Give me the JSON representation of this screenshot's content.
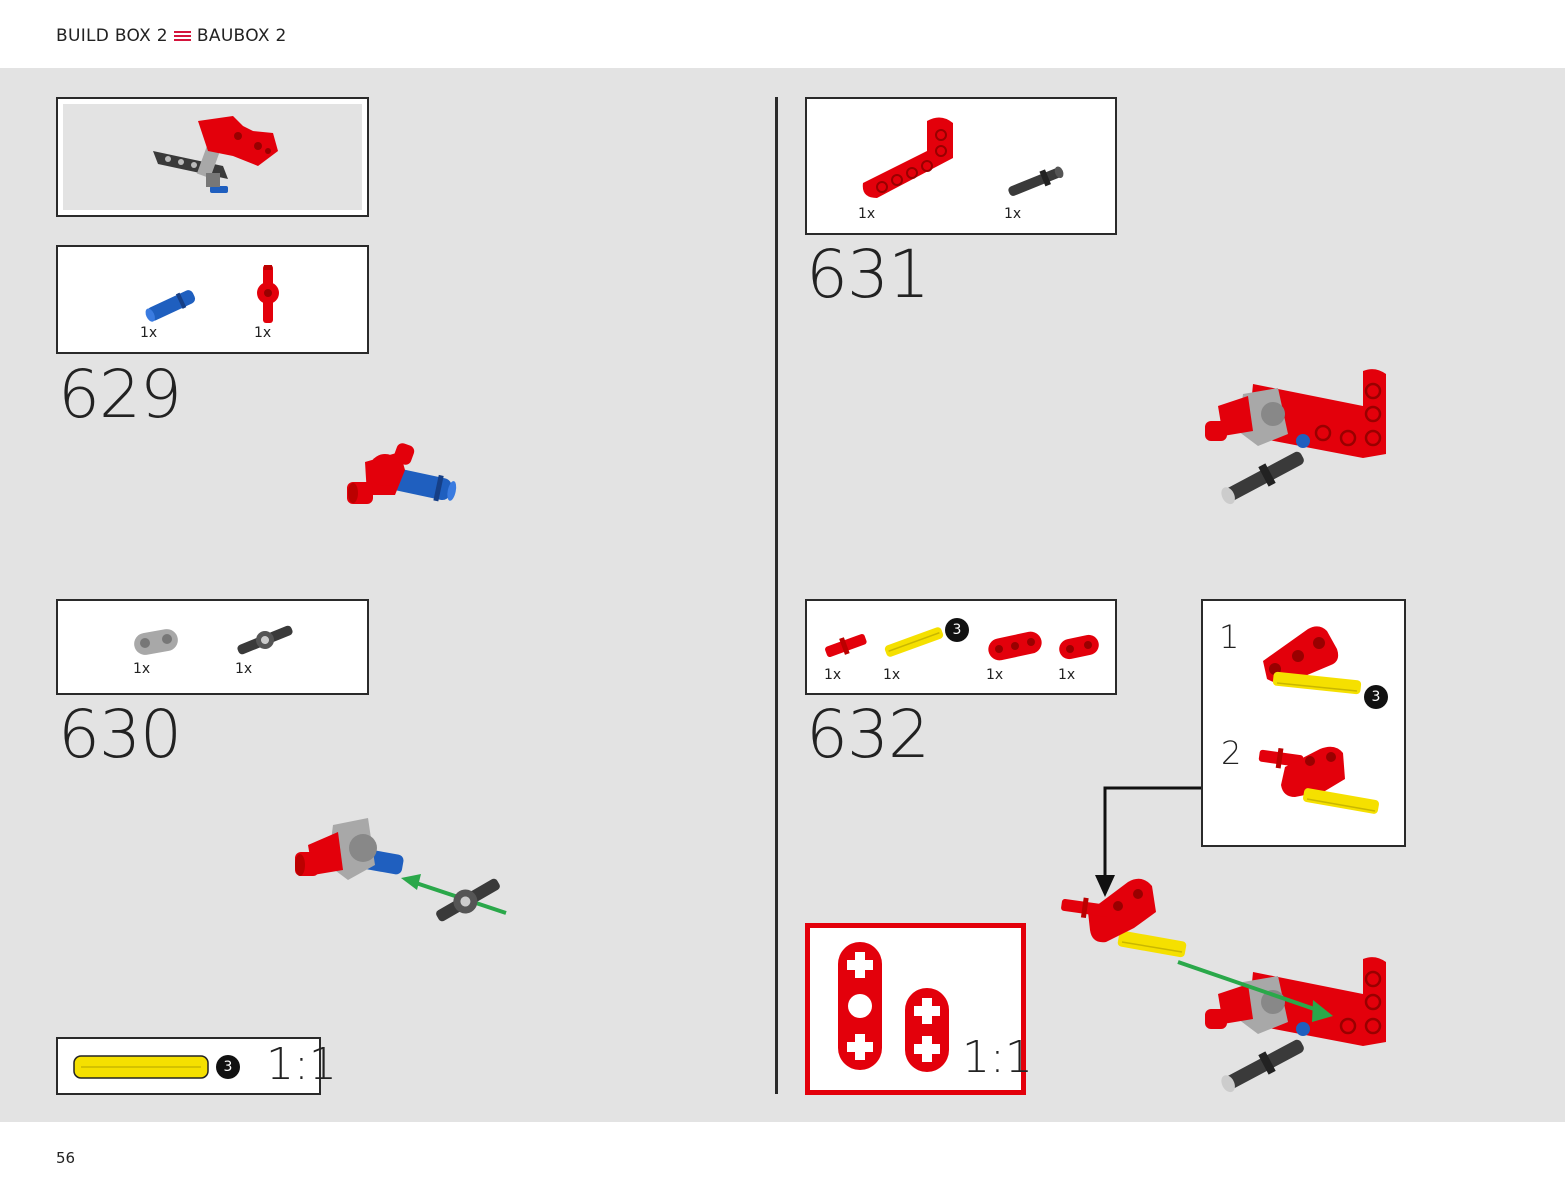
{
  "header": {
    "box_en": "BUILD BOX 2",
    "box_de": "BAUBOX 2"
  },
  "page_number": "56",
  "steps": {
    "s629": {
      "number": "629",
      "parts": [
        {
          "qty": "1x"
        },
        {
          "qty": "1x"
        }
      ]
    },
    "s630": {
      "number": "630",
      "parts": [
        {
          "qty": "1x"
        },
        {
          "qty": "1x"
        }
      ]
    },
    "s631": {
      "number": "631",
      "parts": [
        {
          "qty": "1x"
        },
        {
          "qty": "1x"
        }
      ]
    },
    "s632": {
      "number": "632",
      "parts": [
        {
          "qty": "1x"
        },
        {
          "qty": "1x"
        },
        {
          "qty": "1x"
        },
        {
          "qty": "1x"
        }
      ],
      "axle_length": "3"
    }
  },
  "callout_left": {
    "length": "3",
    "scale": "1:1"
  },
  "callout_right": {
    "scale": "1:1"
  },
  "substeps": [
    {
      "number": "1",
      "length": "3"
    },
    {
      "number": "2"
    }
  ],
  "colors": {
    "red": "#e3000b",
    "blue": "#1f5fbf",
    "yellow": "#f5e000",
    "grey": "#a8a8a8",
    "dark": "#3a3a3a",
    "green": "#2aa84a",
    "accent": "#d4143c"
  }
}
